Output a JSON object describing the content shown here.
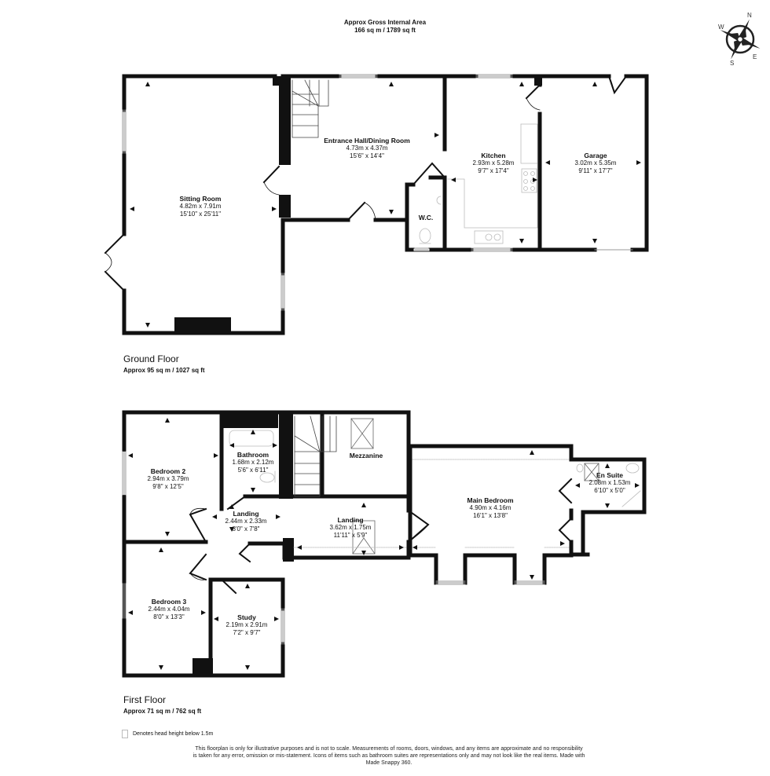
{
  "header": {
    "title": "Approx Gross Internal Area",
    "area": "166 sq m / 1789 sq ft"
  },
  "compass": {
    "icon": "compass-rose-icon",
    "labels": {
      "n": "N",
      "e": "E",
      "s": "S",
      "w": "W"
    }
  },
  "ground_floor": {
    "title": "Ground Floor",
    "area": "Approx 95 sq m / 1027 sq ft",
    "rooms": [
      {
        "name": "Sitting Room",
        "metric": "4.82m x 7.91m",
        "imperial": "15'10\" x 25'11\""
      },
      {
        "name": "Entrance Hall/Dining Room",
        "metric": "4.73m x 4.37m",
        "imperial": "15'6\" x 14'4\""
      },
      {
        "name": "Kitchen",
        "metric": "2.93m x 5.28m",
        "imperial": "9'7\" x 17'4\""
      },
      {
        "name": "Garage",
        "metric": "3.02m x 5.35m",
        "imperial": "9'11\" x 17'7\""
      },
      {
        "name": "W.C.",
        "metric": "",
        "imperial": ""
      }
    ]
  },
  "first_floor": {
    "title": "First Floor",
    "area": "Approx 71 sq m / 762 sq ft",
    "rooms": [
      {
        "name": "Bedroom 2",
        "metric": "2.94m x 3.79m",
        "imperial": "9'8\" x 12'5\""
      },
      {
        "name": "Bathroom",
        "metric": "1.68m x 2.12m",
        "imperial": "5'6\" x 6'11\""
      },
      {
        "name": "Mezzanine",
        "metric": "",
        "imperial": ""
      },
      {
        "name": "Landing",
        "metric": "2.44m x 2.33m",
        "imperial": "8'0\" x 7'8\""
      },
      {
        "name": "Landing",
        "metric": "3.62m x 1.75m",
        "imperial": "11'11\" x 5'9\""
      },
      {
        "name": "Main Bedroom",
        "metric": "4.90m x 4.16m",
        "imperial": "16'1\" x 13'8\""
      },
      {
        "name": "En Suite",
        "metric": "2.08m x 1.53m",
        "imperial": "6'10\" x 5'0\""
      },
      {
        "name": "Bedroom 3",
        "metric": "2.44m x 4.04m",
        "imperial": "8'0\" x 13'3\""
      },
      {
        "name": "Study",
        "metric": "2.19m x 2.91m",
        "imperial": "7'2\" x 9'7\""
      }
    ]
  },
  "legend": {
    "icon": "low-headroom-swatch-icon",
    "text": "Denotes head height below 1.5m"
  },
  "disclaimer": "This floorplan is only for illustrative purposes and is not to scale. Measurements of rooms, doors, windows, and any items are approximate and no responsibility is taken for any error, omission or mis-statement. Icons of items such as bathroom suites are representations only and may not look like the real items. Made with Made Snappy 360.",
  "colors": {
    "wall": "#111111",
    "fixture": "#c8c8c8",
    "background": "#ffffff"
  }
}
